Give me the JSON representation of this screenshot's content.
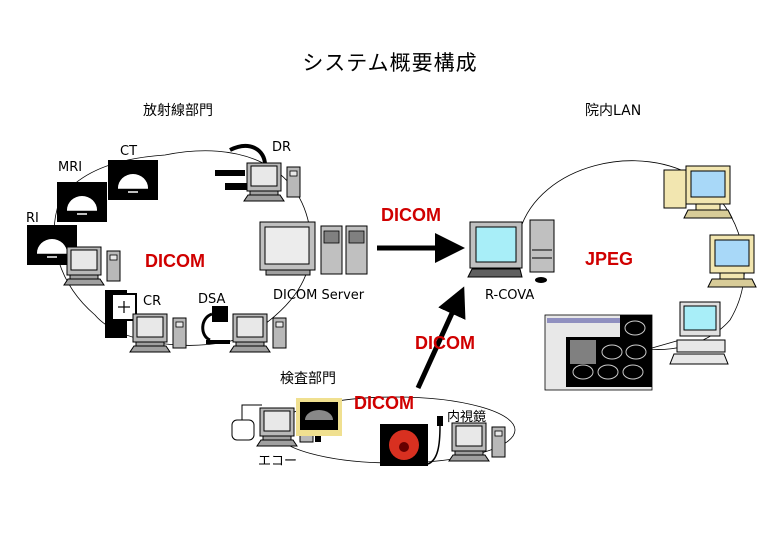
{
  "title": "システム概要構成",
  "sections": {
    "radiology": "放射線部門",
    "hospital_lan": "院内LAN",
    "examination": "検査部門"
  },
  "devices": {
    "ct": "CT",
    "mri": "MRI",
    "ri": "RI",
    "dr": "DR",
    "cr": "CR",
    "dsa": "DSA",
    "dicom_server": "DICOM Server",
    "rcova": "R-COVA",
    "echo": "エコー",
    "endoscope": "内視鏡"
  },
  "protocols": {
    "radiology_ring": "DICOM",
    "server_to_rcova": "DICOM",
    "exam_to_rcova": "DICOM",
    "exam_ring": "DICOM",
    "lan_ring": "JPEG"
  },
  "colors": {
    "protocol_text": "#d00000",
    "rcova_screen": "#a8eef8",
    "lan_screen": "#a8d8f8",
    "lan_case": "#f2e6b0",
    "device_gray": "#c0c0c0"
  }
}
